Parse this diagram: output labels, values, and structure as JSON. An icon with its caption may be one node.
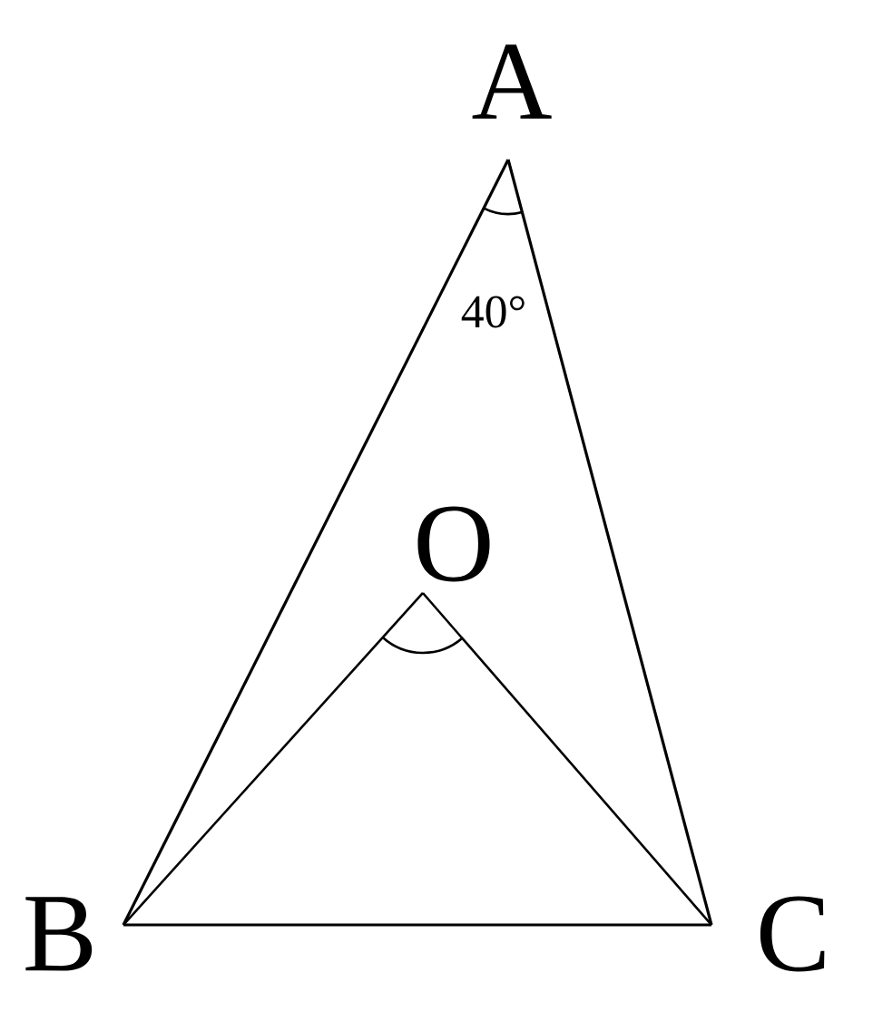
{
  "diagram": {
    "nodes": [
      {
        "text": [
          "A"
        ]
      },
      {
        "text": [
          "B"
        ]
      },
      {
        "text": [
          "C"
        ]
      },
      {
        "text": [
          "O"
        ]
      }
    ],
    "edges": [
      {
        "from": 0,
        "to": 1,
        "arrow": "none"
      },
      {
        "from": 0,
        "to": 2,
        "arrow": "none"
      },
      {
        "from": 1,
        "to": 2,
        "arrow": "none"
      },
      {
        "from": 3,
        "to": 1,
        "arrow": "none"
      },
      {
        "from": 3,
        "to": 2,
        "arrow": "none"
      }
    ],
    "labels": [
      "40°"
    ]
  }
}
